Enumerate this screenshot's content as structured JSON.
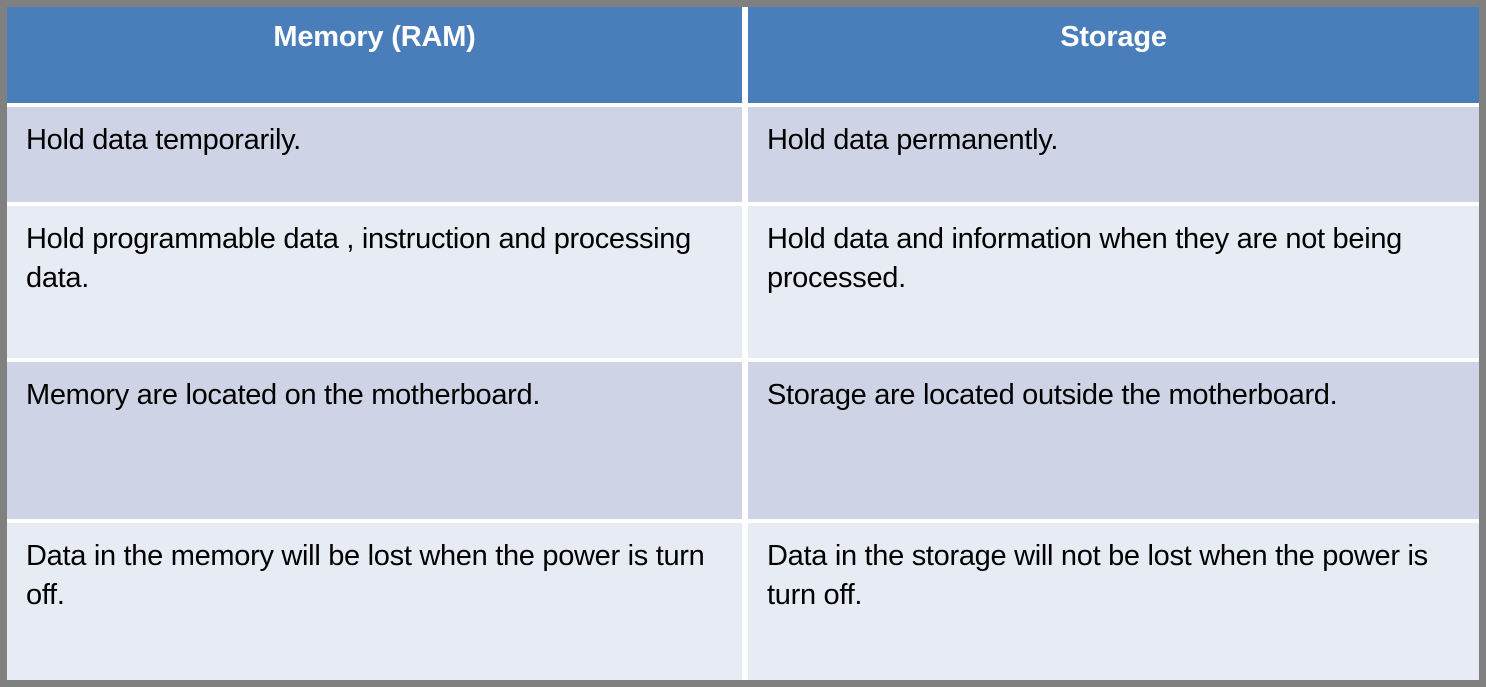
{
  "table": {
    "columns": [
      {
        "id": "memory",
        "header": "Memory (RAM)"
      },
      {
        "id": "storage",
        "header": "Storage"
      }
    ],
    "rows": [
      {
        "memory": "Hold data temporarily.",
        "storage": "Hold data permanently."
      },
      {
        "memory": "Hold programmable data , instruction and processing data.",
        "storage": "Hold data and information when they are not being processed."
      },
      {
        "memory": "Memory are located on the motherboard.",
        "storage": "Storage are located outside the motherboard."
      },
      {
        "memory": "Data in the memory will be lost when the power is turn off.",
        "storage": "Data in the storage will not be lost when the power is turn off."
      }
    ]
  },
  "colors": {
    "header_background": "#4a7ebb",
    "header_text": "#ffffff",
    "row_band_dark": "#ced4e5",
    "row_band_light": "#e7ebf4",
    "outer_border": "#808080",
    "body_text": "#000000"
  }
}
